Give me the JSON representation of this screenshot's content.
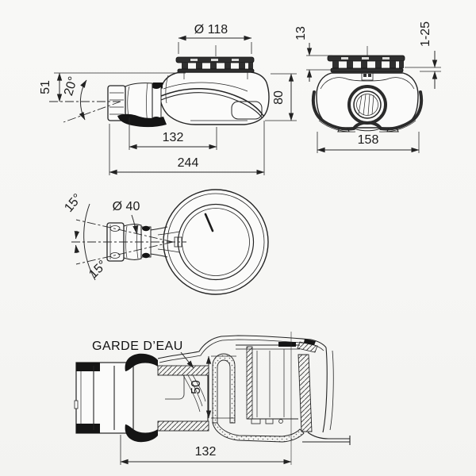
{
  "colors": {
    "background": "#f6f6f4",
    "ink": "#222222"
  },
  "views": {
    "side": {
      "dims": {
        "strainer_diameter": "Ø 118",
        "inlet_height": "51",
        "swivel_angle": "20°",
        "body_height": "80",
        "outlet_length": "132",
        "total_length": "244"
      }
    },
    "front": {
      "dims": {
        "grate_height": "13",
        "adjust_range": "1-25",
        "body_width": "158"
      }
    },
    "plan": {
      "dims": {
        "outlet_diameter": "Ø 40",
        "swivel_up": "15°",
        "swivel_down": "15°"
      }
    },
    "section": {
      "water_seal_label": "GARDE D’EAU",
      "dims": {
        "seal_depth": "50",
        "trap_width": "132"
      }
    }
  }
}
